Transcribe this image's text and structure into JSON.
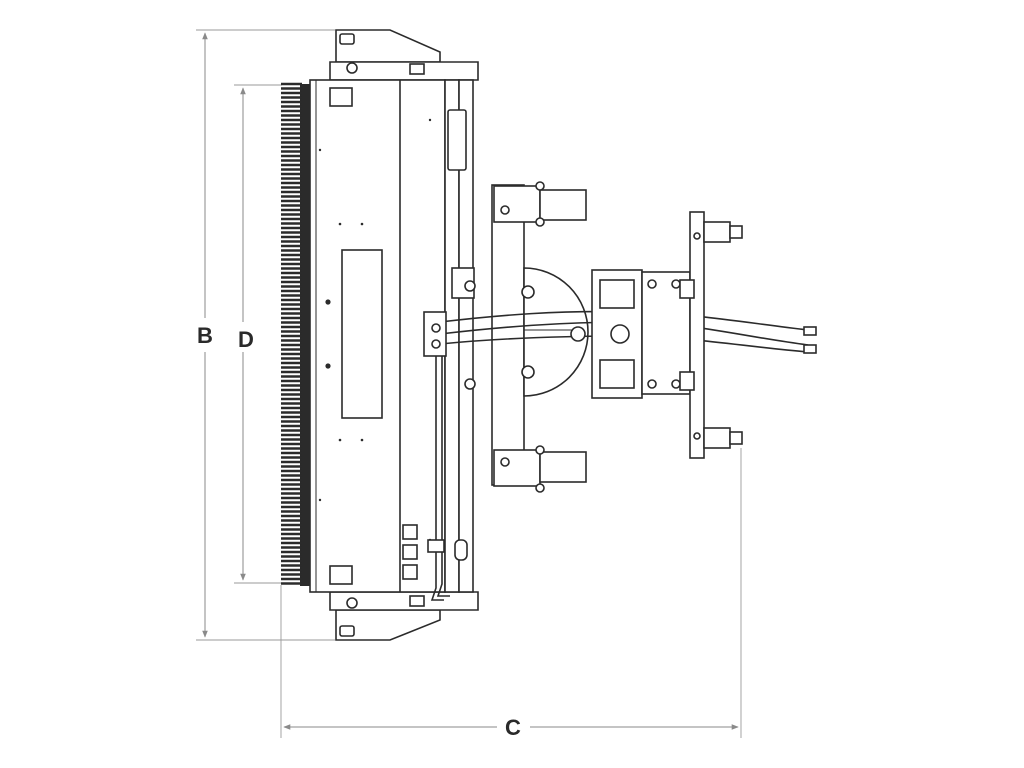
{
  "dimensions": {
    "b_label": "B",
    "c_label": "C",
    "d_label": "D"
  },
  "colors": {
    "line": "#2b2b2b",
    "dimension_line": "#8a8a8a",
    "background": "#ffffff"
  }
}
